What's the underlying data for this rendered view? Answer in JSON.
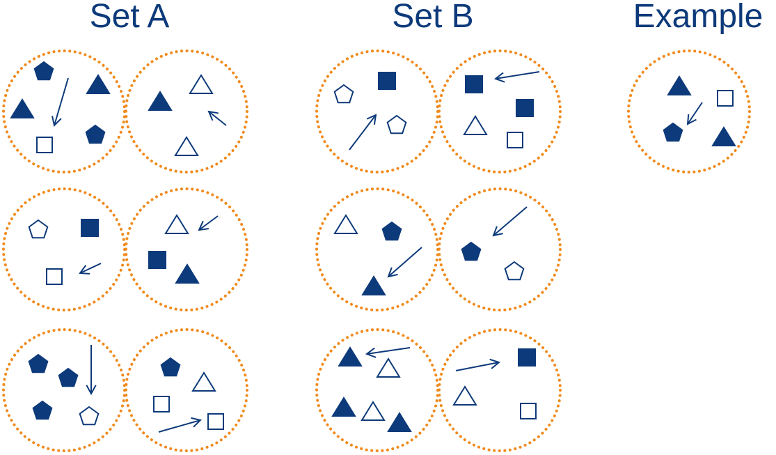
{
  "titles": {
    "set_a": "Set A",
    "set_b": "Set B",
    "example": "Example"
  },
  "colors": {
    "ink": "#0d3a7a",
    "circle": "#f08a1c"
  },
  "panels": [
    {
      "group": "set-a",
      "items": [
        "filled-pentagon",
        "filled-triangle",
        "filled-triangle",
        "arrow",
        "outline-square",
        "filled-pentagon"
      ]
    },
    {
      "group": "set-a",
      "items": [
        "filled-triangle",
        "outline-triangle",
        "arrow",
        "outline-triangle"
      ]
    },
    {
      "group": "set-a",
      "items": [
        "outline-pentagon",
        "filled-square",
        "outline-square",
        "arrow"
      ]
    },
    {
      "group": "set-a",
      "items": [
        "outline-triangle",
        "arrow",
        "filled-square",
        "filled-triangle"
      ]
    },
    {
      "group": "set-a",
      "items": [
        "filled-pentagon",
        "filled-pentagon",
        "arrow",
        "filled-pentagon",
        "outline-pentagon"
      ]
    },
    {
      "group": "set-a",
      "items": [
        "filled-pentagon",
        "outline-triangle",
        "outline-square",
        "arrow",
        "outline-square"
      ]
    },
    {
      "group": "set-b",
      "items": [
        "outline-pentagon",
        "filled-square",
        "arrow",
        "outline-pentagon"
      ]
    },
    {
      "group": "set-b",
      "items": [
        "filled-square",
        "arrow",
        "filled-square",
        "outline-triangle",
        "outline-square"
      ]
    },
    {
      "group": "set-b",
      "items": [
        "outline-triangle",
        "filled-pentagon",
        "arrow",
        "filled-triangle"
      ]
    },
    {
      "group": "set-b",
      "items": [
        "arrow",
        "filled-pentagon",
        "outline-pentagon"
      ]
    },
    {
      "group": "set-b",
      "items": [
        "filled-triangle",
        "arrow",
        "outline-triangle",
        "filled-triangle",
        "outline-triangle",
        "filled-triangle"
      ]
    },
    {
      "group": "set-b",
      "items": [
        "arrow",
        "filled-square",
        "outline-triangle",
        "outline-square"
      ]
    },
    {
      "group": "example",
      "items": [
        "filled-triangle",
        "outline-square",
        "arrow",
        "filled-pentagon",
        "filled-triangle"
      ]
    }
  ]
}
